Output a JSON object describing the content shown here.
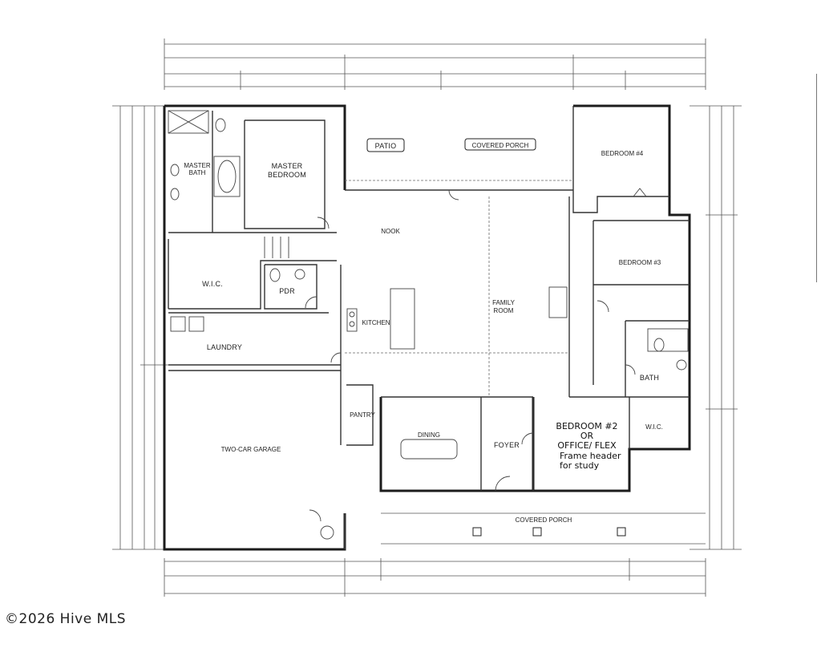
{
  "rooms": {
    "master_bedroom": [
      "MASTER",
      "BEDROOM"
    ],
    "master_bath": [
      "MASTER",
      "BATH"
    ],
    "wic_master": "W.I.C.",
    "patio": "PATIO",
    "covered_porch_rear": "COVERED PORCH",
    "bedroom_4": "BEDROOM #4",
    "nook": "NOOK",
    "bedroom_3": "BEDROOM #3",
    "pdr": "PDR",
    "family_room": [
      "FAMILY",
      "ROOM"
    ],
    "kitchen": "KITCHEN",
    "laundry": "LAUNDRY",
    "bath": "BATH",
    "pantry": "PANTRY",
    "dining": "DINING",
    "foyer": "FOYER",
    "bedroom_2": [
      "BEDROOM #2",
      "OR",
      "OFFICE/ FLEX"
    ],
    "wic_bedroom2": "W.I.C.",
    "garage": "TWO-CAR GARAGE",
    "covered_porch_front": "COVERED PORCH"
  },
  "notes": {
    "frame_header": [
      "Frame header",
      "for study"
    ]
  },
  "watermark": "©2026 Hive MLS"
}
